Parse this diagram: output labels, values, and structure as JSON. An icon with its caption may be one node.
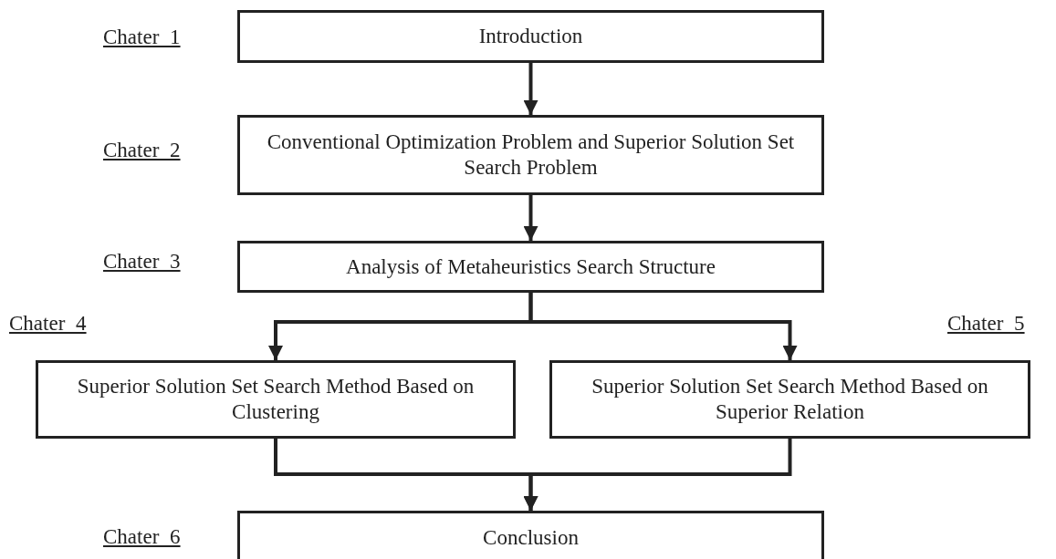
{
  "diagram": {
    "nodes": [
      {
        "text": [
          "Introduction"
        ],
        "beside": [
          "Chater 1"
        ]
      },
      {
        "text": [
          "Conventional Optimization Problem and Superior Solution Set Search Problem"
        ],
        "beside": [
          "Chater 2"
        ]
      },
      {
        "text": [
          "Analysis of Metaheuristics Search Structure"
        ],
        "beside": [
          "Chater 3"
        ]
      },
      {
        "text": [
          "Superior Solution Set Search Method Based on Clustering"
        ],
        "beside": [
          "Chater 4"
        ]
      },
      {
        "text": [
          "Superior Solution Set Search Method Based on Superior Relation"
        ],
        "beside": [
          "Chater 5"
        ]
      },
      {
        "text": [
          "Conclusion"
        ],
        "beside": [
          "Chater 6"
        ]
      }
    ],
    "edges": [
      {
        "from": 0,
        "to": 1,
        "arrow": "to"
      },
      {
        "from": 1,
        "to": 2,
        "arrow": "to"
      },
      {
        "from": 2,
        "to": 3,
        "arrow": "to"
      },
      {
        "from": 2,
        "to": 4,
        "arrow": "to"
      },
      {
        "from": 3,
        "to": 5,
        "arrow": "to"
      },
      {
        "from": 4,
        "to": 5,
        "arrow": "to"
      }
    ]
  }
}
